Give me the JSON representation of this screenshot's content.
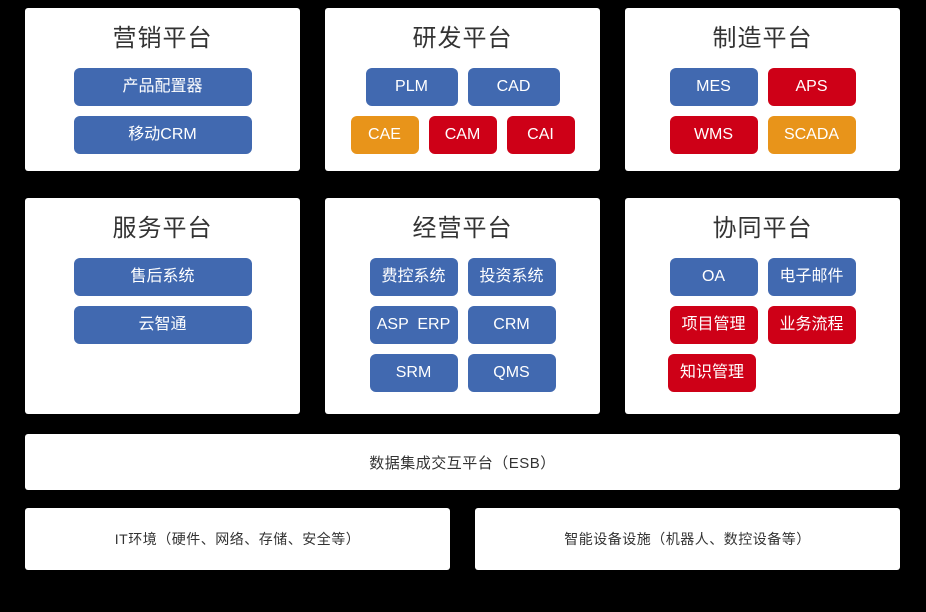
{
  "colors": {
    "blue": "#4169b0",
    "red": "#ce0017",
    "orange": "#e8941a",
    "panel_bg": "#ffffff",
    "canvas_bg": "#000000",
    "title_text": "#333333"
  },
  "panels": [
    {
      "id": "marketing",
      "title": "营销平台",
      "rows": [
        [
          {
            "label": "产品配置器",
            "color": "blue",
            "width": "w-full"
          }
        ],
        [
          {
            "label": "移动CRM",
            "color": "blue",
            "width": "w-full"
          }
        ]
      ]
    },
    {
      "id": "rd",
      "title": "研发平台",
      "rows": [
        [
          {
            "label": "PLM",
            "color": "blue",
            "width": "w-wide"
          },
          {
            "label": "CAD",
            "color": "blue",
            "width": "w-wide"
          }
        ],
        [
          {
            "label": "CAE",
            "color": "orange",
            "width": "w-nar"
          },
          {
            "label": "CAM",
            "color": "red",
            "width": "w-nar"
          },
          {
            "label": "CAI",
            "color": "red",
            "width": "w-nar"
          }
        ]
      ]
    },
    {
      "id": "manufacture",
      "title": "制造平台",
      "rows": [
        [
          {
            "label": "MES",
            "color": "blue",
            "width": "w-mid"
          },
          {
            "label": "APS",
            "color": "red",
            "width": "w-mid"
          }
        ],
        [
          {
            "label": "WMS",
            "color": "red",
            "width": "w-mid"
          },
          {
            "label": "SCADA",
            "color": "orange",
            "width": "w-mid"
          }
        ]
      ]
    },
    {
      "id": "service",
      "title": "服务平台",
      "rows": [
        [
          {
            "label": "售后系统",
            "color": "blue",
            "width": "w-full"
          }
        ],
        [
          {
            "label": "云智通",
            "color": "blue",
            "width": "w-full"
          }
        ]
      ]
    },
    {
      "id": "operation",
      "title": "经营平台",
      "rows": [
        [
          {
            "label": "费控系统",
            "color": "blue",
            "width": "w-mid"
          },
          {
            "label": "投资系统",
            "color": "blue",
            "width": "w-mid"
          }
        ],
        [
          {
            "label": "ASP  ERP",
            "color": "blue",
            "width": "w-mid"
          },
          {
            "label": "CRM",
            "color": "blue",
            "width": "w-mid"
          }
        ],
        [
          {
            "label": "SRM",
            "color": "blue",
            "width": "w-mid"
          },
          {
            "label": "QMS",
            "color": "blue",
            "width": "w-mid"
          }
        ]
      ]
    },
    {
      "id": "collab",
      "title": "协同平台",
      "rows": [
        [
          {
            "label": "OA",
            "color": "blue",
            "width": "w-mid"
          },
          {
            "label": "电子邮件",
            "color": "blue",
            "width": "w-mid"
          }
        ],
        [
          {
            "label": "项目管理",
            "color": "red",
            "width": "w-mid"
          },
          {
            "label": "业务流程",
            "color": "red",
            "width": "w-mid"
          }
        ],
        [
          {
            "label": "知识管理",
            "color": "red",
            "width": "w-mid"
          }
        ]
      ]
    }
  ],
  "integration_bar": {
    "label": "数据集成交互平台（ESB）"
  },
  "foundation_bars": [
    {
      "id": "it",
      "label": "IT环境（硬件、网络、存储、安全等）"
    },
    {
      "id": "equipment",
      "label": "智能设备设施（机器人、数控设备等）"
    }
  ]
}
